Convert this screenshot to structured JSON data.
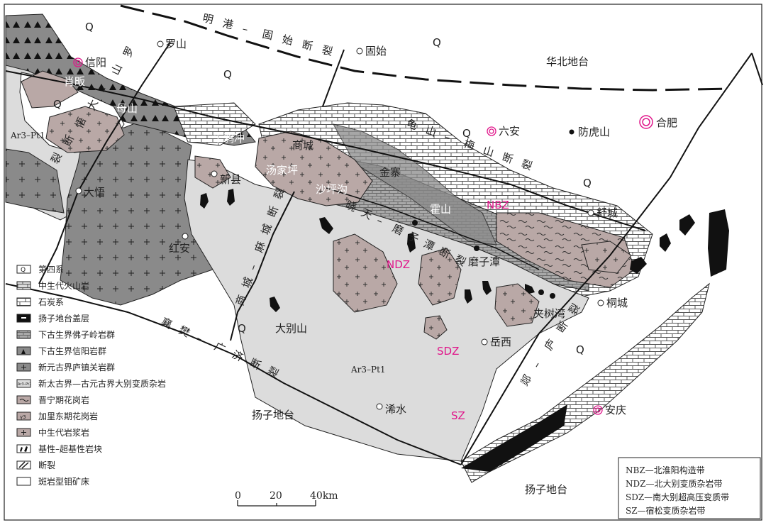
{
  "map": {
    "regions": {
      "north_china": "华北地台",
      "yangtze_sw": "扬子地台",
      "yangtze_se": "扬子地台",
      "basement_w": "Ar3–Pt1",
      "basement_c": "Ar3–Pt1",
      "q": "Q"
    },
    "faults": {
      "minggang": [
        "明",
        "港",
        "–",
        "固",
        "始",
        "断",
        "裂"
      ],
      "guimei": [
        "龟",
        "山",
        "–",
        "梅",
        "山",
        "断",
        "裂"
      ],
      "xiangfan": [
        "襄",
        "樊",
        "–",
        "广",
        "济",
        "断",
        "裂"
      ],
      "tanlu": [
        "郯",
        "–",
        "庐",
        "断",
        "裂"
      ],
      "shangma": [
        "商",
        "城",
        "–",
        "麻",
        "城",
        "断",
        "裂"
      ],
      "luoshan": [
        "罗",
        "山",
        "–",
        "大",
        "悟",
        "断",
        "裂"
      ],
      "xiaotian": [
        "晓",
        "天",
        "–",
        "磨",
        "子",
        "潭",
        "断",
        "裂"
      ]
    },
    "places": {
      "xinyang": "信阳",
      "luoshan": "罗山",
      "gushi": "固始",
      "luan": "六安",
      "fanghushan": "防虎山",
      "hefei": "合肥",
      "shucheng": "舒城",
      "shangcheng": "商城",
      "xinxian": "新县",
      "dawu": "大悟",
      "hongan": "红安",
      "dabieshan": "大别山",
      "yuexi": "岳西",
      "xishui": "浠水",
      "tongcheng": "桐城",
      "anqing": "安庆",
      "mozitan": "磨子潭",
      "jiashuwan": "夹树湾"
    },
    "features": {
      "xiaoyu": "肖畈",
      "mushan": "母山",
      "qianyachong": "千鸦冲",
      "tangjiaping": "汤家坪",
      "shapinggou": "沙坪沟",
      "jinzhai": "金寨",
      "huoshan": "霍山"
    },
    "zones": {
      "nbz": "NBZ",
      "ndz": "NDZ",
      "sdz": "SDZ",
      "sz": "SZ"
    },
    "colors": {
      "granite_mauve": "#b9a8a6",
      "dark_gray": "#8a8a8a",
      "light_gray": "#dcdcdc",
      "mid_gray": "#a9a9a9",
      "black": "#111111",
      "magenta": "#e0168a"
    }
  },
  "legend": {
    "items": [
      {
        "icon": "q-symbol-icon",
        "label": "第四系"
      },
      {
        "icon": "mesozoic-volcanic-pattern-icon",
        "label": "中生代火山岩"
      },
      {
        "icon": "carboniferous-pattern-icon",
        "label": "石炭系"
      },
      {
        "icon": "yangtze-cover-pattern-icon",
        "label": "扬子地台盖层"
      },
      {
        "icon": "foziling-pattern-icon",
        "label": "下古生界佛子岭岩群"
      },
      {
        "icon": "xinyang-pattern-icon",
        "label": "下古生界信阳岩群"
      },
      {
        "icon": "luzhenguan-pattern-icon",
        "label": "新元古界庐镇关岩群"
      },
      {
        "icon": "dabie-complex-pattern-icon",
        "label": "新太古界—古元古界大别变质杂岩"
      },
      {
        "icon": "jinning-granite-pattern-icon",
        "label": "晋宁期花岗岩"
      },
      {
        "icon": "caledonian-granite-pattern-icon",
        "label": "加里东期花岗岩"
      },
      {
        "icon": "mesozoic-magmatic-pattern-icon",
        "label": "中生代岩浆岩"
      },
      {
        "icon": "ultramafic-block-pattern-icon",
        "label": "基性–超基性岩块"
      },
      {
        "icon": "fault-symbol-icon",
        "label": "断裂"
      },
      {
        "icon": "porphyry-deposit-pattern-icon",
        "label": "斑岩型钼矿床"
      }
    ],
    "mini_labels": {
      "ar_pt": "Ar3–Pt1",
      "gamma": "γ3"
    }
  },
  "zone_legend": {
    "items": [
      "NBZ—北淮阳构造带",
      "NDZ—北大别变质杂岩带",
      "SDZ—南大别超高压变质带",
      "SZ—宿松变质杂岩带"
    ]
  },
  "scale_bar": {
    "ticks": [
      "0",
      "20",
      "40km"
    ]
  }
}
